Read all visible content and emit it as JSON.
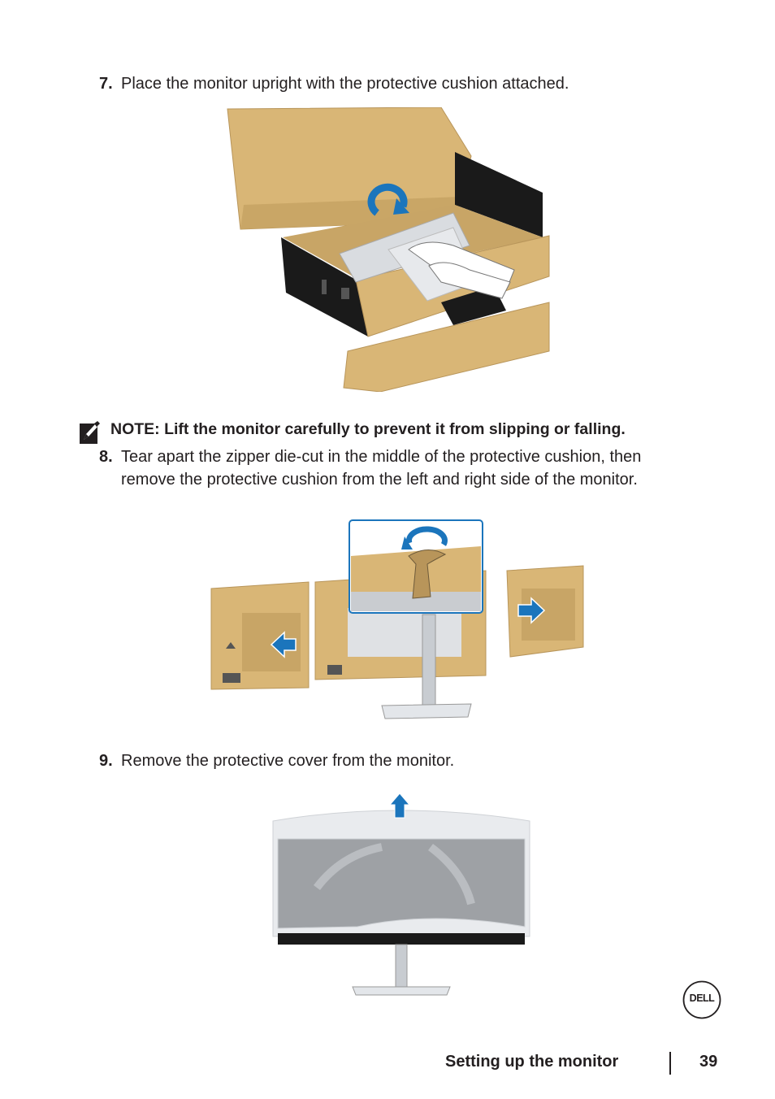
{
  "steps": [
    {
      "number": "7.",
      "text": "Place the monitor upright with the protective cushion attached."
    },
    {
      "number": "8.",
      "lines": [
        "Tear apart the zipper die-cut in the middle of the protective cushion, then",
        "remove the protective cushion from the left and right side of the monitor."
      ]
    },
    {
      "number": "9.",
      "text": "Remove the protective cover from the monitor."
    }
  ],
  "note": {
    "text": "NOTE: Lift the monitor carefully to prevent it from slipping or falling.",
    "icon": "pencil-note-icon"
  },
  "footer": {
    "section_title": "Setting up the monitor",
    "page_number": "39"
  },
  "logo": {
    "text": "DELL"
  },
  "colors": {
    "cardboard": "#d9b676",
    "cardboard_dark": "#b8955a",
    "box_black": "#1a1a1a",
    "arrow_blue": "#1b75bc",
    "text": "#231f20"
  }
}
